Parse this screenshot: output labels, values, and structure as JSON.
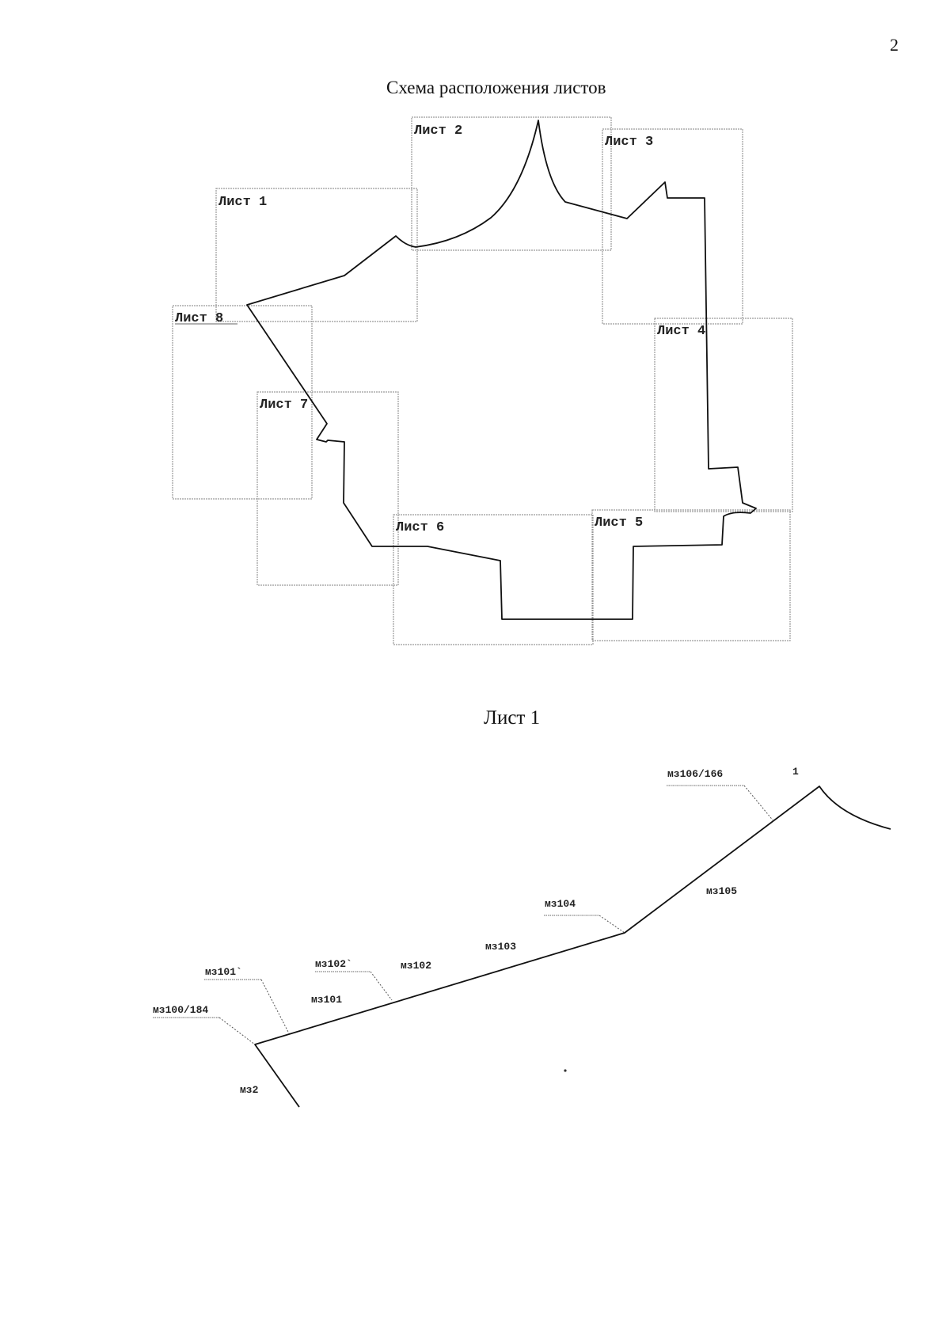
{
  "page_number": "2",
  "scheme": {
    "title": "Схема расположения листов",
    "sheets": [
      {
        "label": "Лист 1"
      },
      {
        "label": "Лист 2"
      },
      {
        "label": "Лист 3"
      },
      {
        "label": "Лист 4"
      },
      {
        "label": "Лист 5"
      },
      {
        "label": "Лист 6"
      },
      {
        "label": "Лист 7"
      },
      {
        "label": "Лист 8"
      }
    ]
  },
  "sheet1": {
    "title": "Лист 1",
    "points": [
      {
        "label": "мз106/166"
      },
      {
        "label": "1"
      },
      {
        "label": "мз105"
      },
      {
        "label": "мз104"
      },
      {
        "label": "мз103"
      },
      {
        "label": "мз102"
      },
      {
        "label": "мз102`"
      },
      {
        "label": "мз101`"
      },
      {
        "label": "мз101"
      },
      {
        "label": "мз100/184"
      },
      {
        "label": "мз2"
      }
    ]
  }
}
